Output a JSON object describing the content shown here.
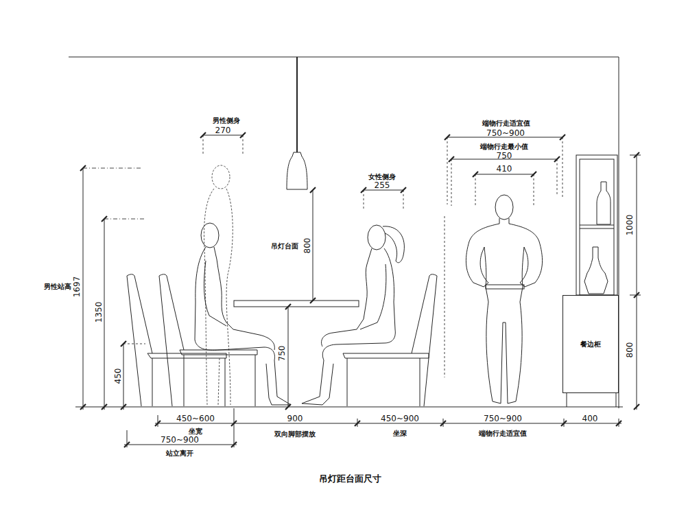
{
  "diagram": {
    "caption": "吊灯距台面尺寸",
    "nodes": [
      {
        "text": [
          "餐边柜"
        ]
      }
    ],
    "labels": [
      "男性侧身",
      "270",
      "端物行走适宜值",
      "750~900",
      "端物行走最小值",
      "750",
      "410",
      "女性侧身",
      "255",
      "1000",
      "吊灯台面",
      "800",
      "男性站高",
      "1697",
      "1350",
      "450",
      "750",
      "800",
      "450~600",
      "900",
      "450~900",
      "750~900",
      "400",
      "坐宽",
      "双向脚部摆放",
      "坐深",
      "端物行走适宜值",
      "750~900",
      "站立离开"
    ]
  }
}
